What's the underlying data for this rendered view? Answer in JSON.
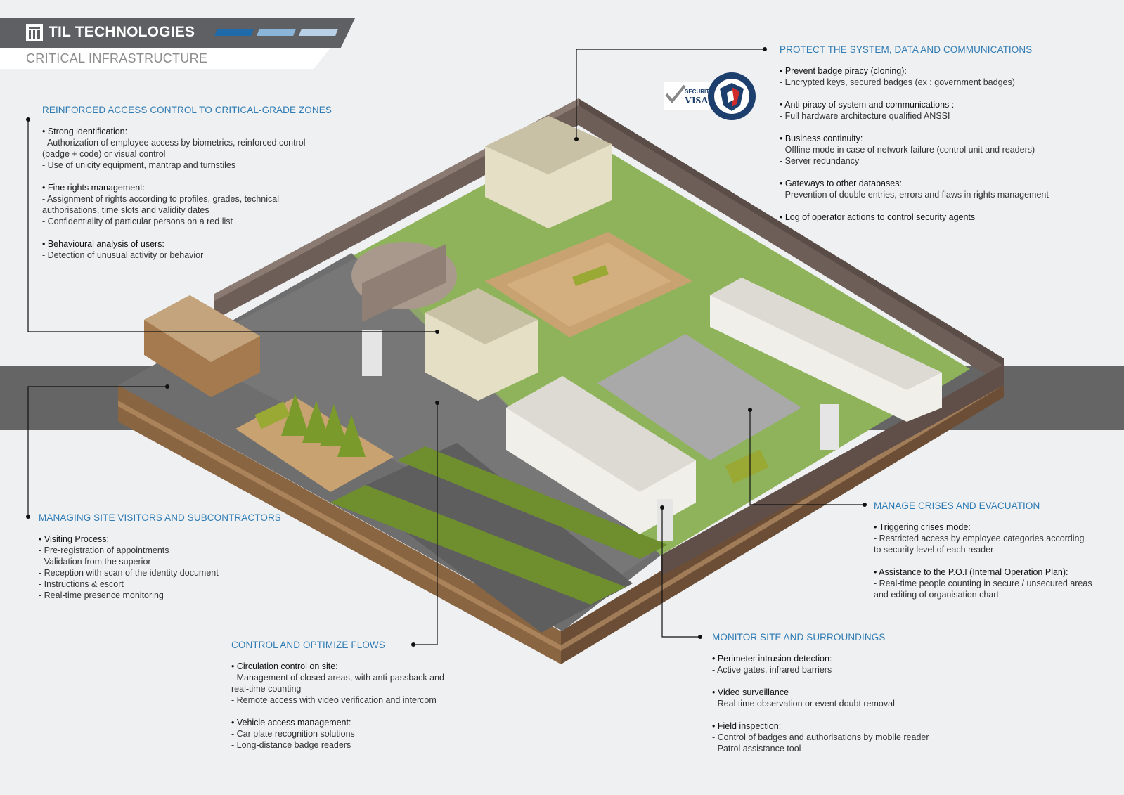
{
  "header": {
    "company": "TIL TECHNOLOGIES",
    "subtitle": "CRITICAL INFRASTRUCTURE",
    "stripe_colors": [
      "#1f6aa8",
      "#8bb4d9",
      "#b9d1e6"
    ],
    "logo_icon": "til-logo-icon"
  },
  "colors": {
    "accent": "#2f7bb3",
    "header_bg": "#5f6063",
    "band": "#656565",
    "wall": "#6e5e58",
    "grass": "#8fb35a",
    "soil": "#a57a4f"
  },
  "badge": {
    "visa_line1": "SECURITY",
    "visa_line2": "VISA",
    "emblem_icon": "anssi-emblem-icon"
  },
  "sections": {
    "access": {
      "title": "REINFORCED ACCESS CONTROL TO CRITICAL-GRADE ZONES",
      "groups": [
        {
          "bullet": "• Strong identification:",
          "lines": [
            "- Authorization of employee access by biometrics, reinforced control",
            "(badge + code) or visual control",
            "- Use of unicity equipment, mantrap and turnstiles"
          ]
        },
        {
          "bullet": "• Fine rights management:",
          "lines": [
            "- Assignment of rights according to profiles, grades, technical",
            "authorisations, time slots and validity dates",
            "- Confidentiality of particular persons on a red list"
          ]
        },
        {
          "bullet": "• Behavioural analysis of users:",
          "lines": [
            "- Detection of unusual activity or behavior"
          ]
        }
      ]
    },
    "protect": {
      "title": "PROTECT THE SYSTEM, DATA AND COMMUNICATIONS",
      "groups": [
        {
          "bullet": "• Prevent badge piracy (cloning):",
          "lines": [
            "- Encrypted keys, secured badges (ex : government badges)"
          ]
        },
        {
          "bullet": "• Anti-piracy of system and communications :",
          "lines": [
            "-  Full hardware architecture qualified ANSSI"
          ]
        },
        {
          "bullet": "• Business continuity:",
          "lines": [
            "- Offline mode in case of network failure (control unit and readers)",
            "- Server redundancy"
          ]
        },
        {
          "bullet": "• Gateways to other databases:",
          "lines": [
            "- Prevention of double entries, errors and flaws in rights management"
          ]
        },
        {
          "bullet": "• Log of operator actions to control security agents",
          "lines": []
        }
      ]
    },
    "visitors": {
      "title": "MANAGING SITE VISITORS AND SUBCONTRACTORS",
      "groups": [
        {
          "bullet": "• Visiting Process:",
          "lines": [
            "- Pre-registration of appointments",
            "- Validation from the superior",
            "- Reception with scan of the identity document",
            "- Instructions & escort",
            "- Real-time presence monitoring"
          ]
        }
      ]
    },
    "crises": {
      "title": "MANAGE CRISES AND EVACUATION",
      "groups": [
        {
          "bullet": "• Triggering crises mode:",
          "lines": [
            "- Restricted access by employee categories according",
            "to security level of each reader"
          ]
        },
        {
          "bullet": "• Assistance to the P.O.I (Internal Operation Plan):",
          "lines": [
            "- Real-time people counting in secure / unsecured areas",
            "and editing of organisation chart"
          ]
        }
      ]
    },
    "flows": {
      "title": "CONTROL AND OPTIMIZE FLOWS",
      "groups": [
        {
          "bullet": "• Circulation control on site:",
          "lines": [
            "- Management of closed areas, with anti-passback and",
            "real-time counting",
            "- Remote access with video verification and intercom"
          ]
        },
        {
          "bullet": "• Vehicle access management:",
          "lines": [
            "- Car plate recognition solutions",
            "- Long-distance badge readers"
          ]
        }
      ]
    },
    "monitor": {
      "title": "MONITOR SITE AND SURROUNDINGS",
      "groups": [
        {
          "bullet": "• Perimeter intrusion detection:",
          "lines": [
            "- Active gates, infrared barriers"
          ]
        },
        {
          "bullet": "• Video surveillance",
          "lines": [
            "- Real time observation or event doubt removal"
          ]
        },
        {
          "bullet": "• Field inspection:",
          "lines": [
            "- Control of badges and authorisations by mobile reader",
            "- Patrol assistance tool"
          ]
        }
      ]
    }
  }
}
